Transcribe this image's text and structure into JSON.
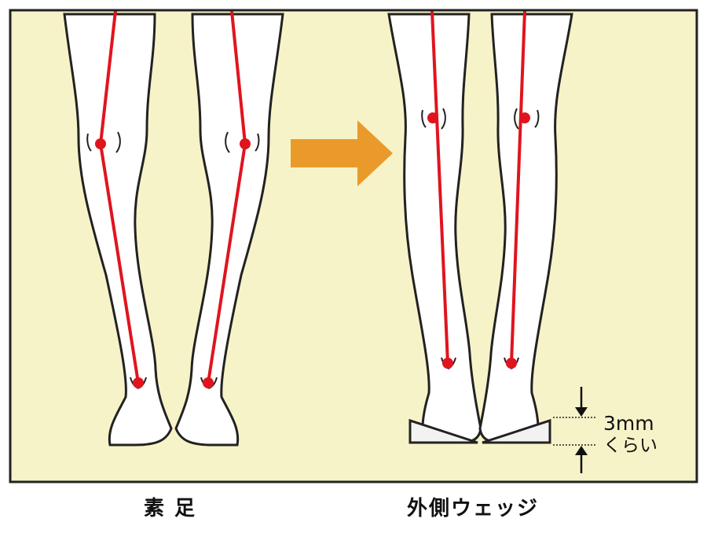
{
  "captions": {
    "left": "素 足",
    "right": "外側ウェッジ"
  },
  "annotation": {
    "thickness": "3mm",
    "approx": "くらい"
  },
  "colors": {
    "background": "#f7f3c8",
    "frame": "#222222",
    "leg_fill": "#ffffff",
    "axis_line": "#e0141e",
    "arrow": "#ea9a2a",
    "wedge": "#f2f2f2"
  },
  "icons": {
    "transition_arrow": "right-arrow-icon",
    "dimension_arrows": "dimension-arrow-icon"
  }
}
